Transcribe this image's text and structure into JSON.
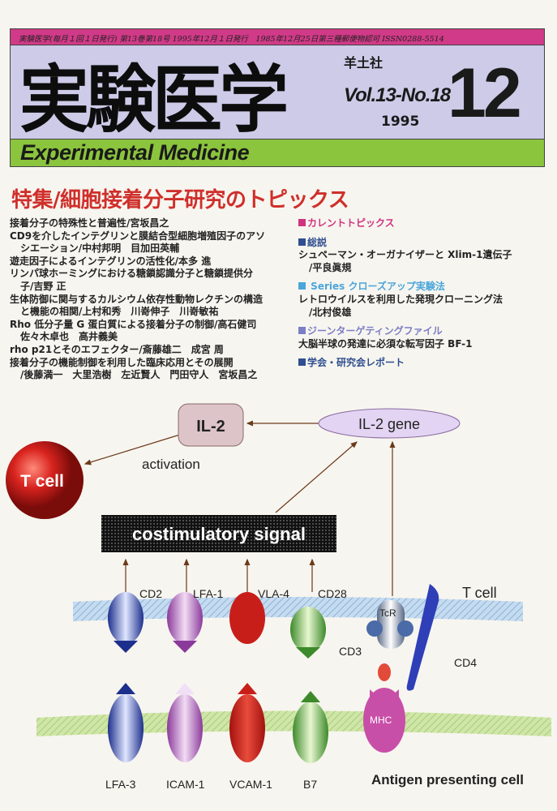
{
  "masthead": {
    "info_line": "実験医学(毎月１回１日発行) 第13巻第18号 1995年12月１日発行　1985年12月25日第三種郵便物認可 ISSN0288-5514",
    "title": "実験医学",
    "publisher": "羊土社",
    "volume": "Vol.13-No.18",
    "issue_month": "12",
    "year": "1995",
    "english_title": "Experimental Medicine"
  },
  "feature": {
    "headline": "特集/細胞接着分子研究のトピックス",
    "articles": [
      {
        "title": "接着分子の特殊性と普遍性/宮坂昌之",
        "cont": ""
      },
      {
        "title": "CD9を介したインテグリンと膜結合型細胞増殖因子のアソ",
        "cont": "シエーション/中村邦明　目加田英輔"
      },
      {
        "title": "遊走因子によるインテグリンの活性化/本多 進",
        "cont": ""
      },
      {
        "title": "リンパ球ホーミングにおける糖鎖認識分子と糖鎖提供分",
        "cont": "子/吉野 正"
      },
      {
        "title": "生体防御に関与するカルシウム依存性動物レクチンの構造",
        "cont": "と機能の相関/上村和秀　川嵜伸子　川嵜敏祐"
      },
      {
        "title": "Rho 低分子量 G 蛋白質による接着分子の制御/高石健司",
        "cont": "佐々木卓也　高井義美"
      },
      {
        "title": "rho p21とそのエフェクター/斎藤雄二　成宮 周",
        "cont": ""
      },
      {
        "title": "接着分子の機能制御を利用した臨床応用とその展開",
        "cont": "/後藤満一　大里浩樹　左近賢人　門田守人　宮坂昌之"
      }
    ]
  },
  "sections": [
    {
      "label": "カレントトピックス",
      "color": "#d0337f",
      "lines": []
    },
    {
      "label": "総説",
      "color": "#2f4f8f",
      "lines": [
        "シュペーマン・オーガナイザーと Xlim-1遺伝子",
        "/平良眞規"
      ]
    },
    {
      "label": " Series クローズアップ実験法",
      "color": "#4aa6db",
      "lines": [
        "レトロウイルスを利用した発現クローニング法",
        "/北村俊雄"
      ]
    },
    {
      "label": "ジーンターゲティングファイル",
      "color": "#7b7fc4",
      "lines": [
        "大脳半球の発達に必須な転写因子 BF-1"
      ]
    },
    {
      "label": "学会・研究会レポート",
      "color": "#2f4f8f",
      "lines": []
    }
  ],
  "diagram": {
    "il2": "IL-2",
    "il2_gene": "IL-2 gene",
    "activation": "activation",
    "t_cell_sphere": "T cell",
    "costim": "costimulatory signal",
    "t_cell_membrane": "T cell",
    "apc": "Antigen presenting cell",
    "tcell_molecules": [
      "CD2",
      "LFA-1",
      "VLA-4",
      "CD28"
    ],
    "tcr": "TcR",
    "cd3": "CD3",
    "cd4": "CD4",
    "mhc": "MHC",
    "apc_molecules": [
      "LFA-3",
      "ICAM-1",
      "VCAM-1",
      "B7"
    ]
  }
}
